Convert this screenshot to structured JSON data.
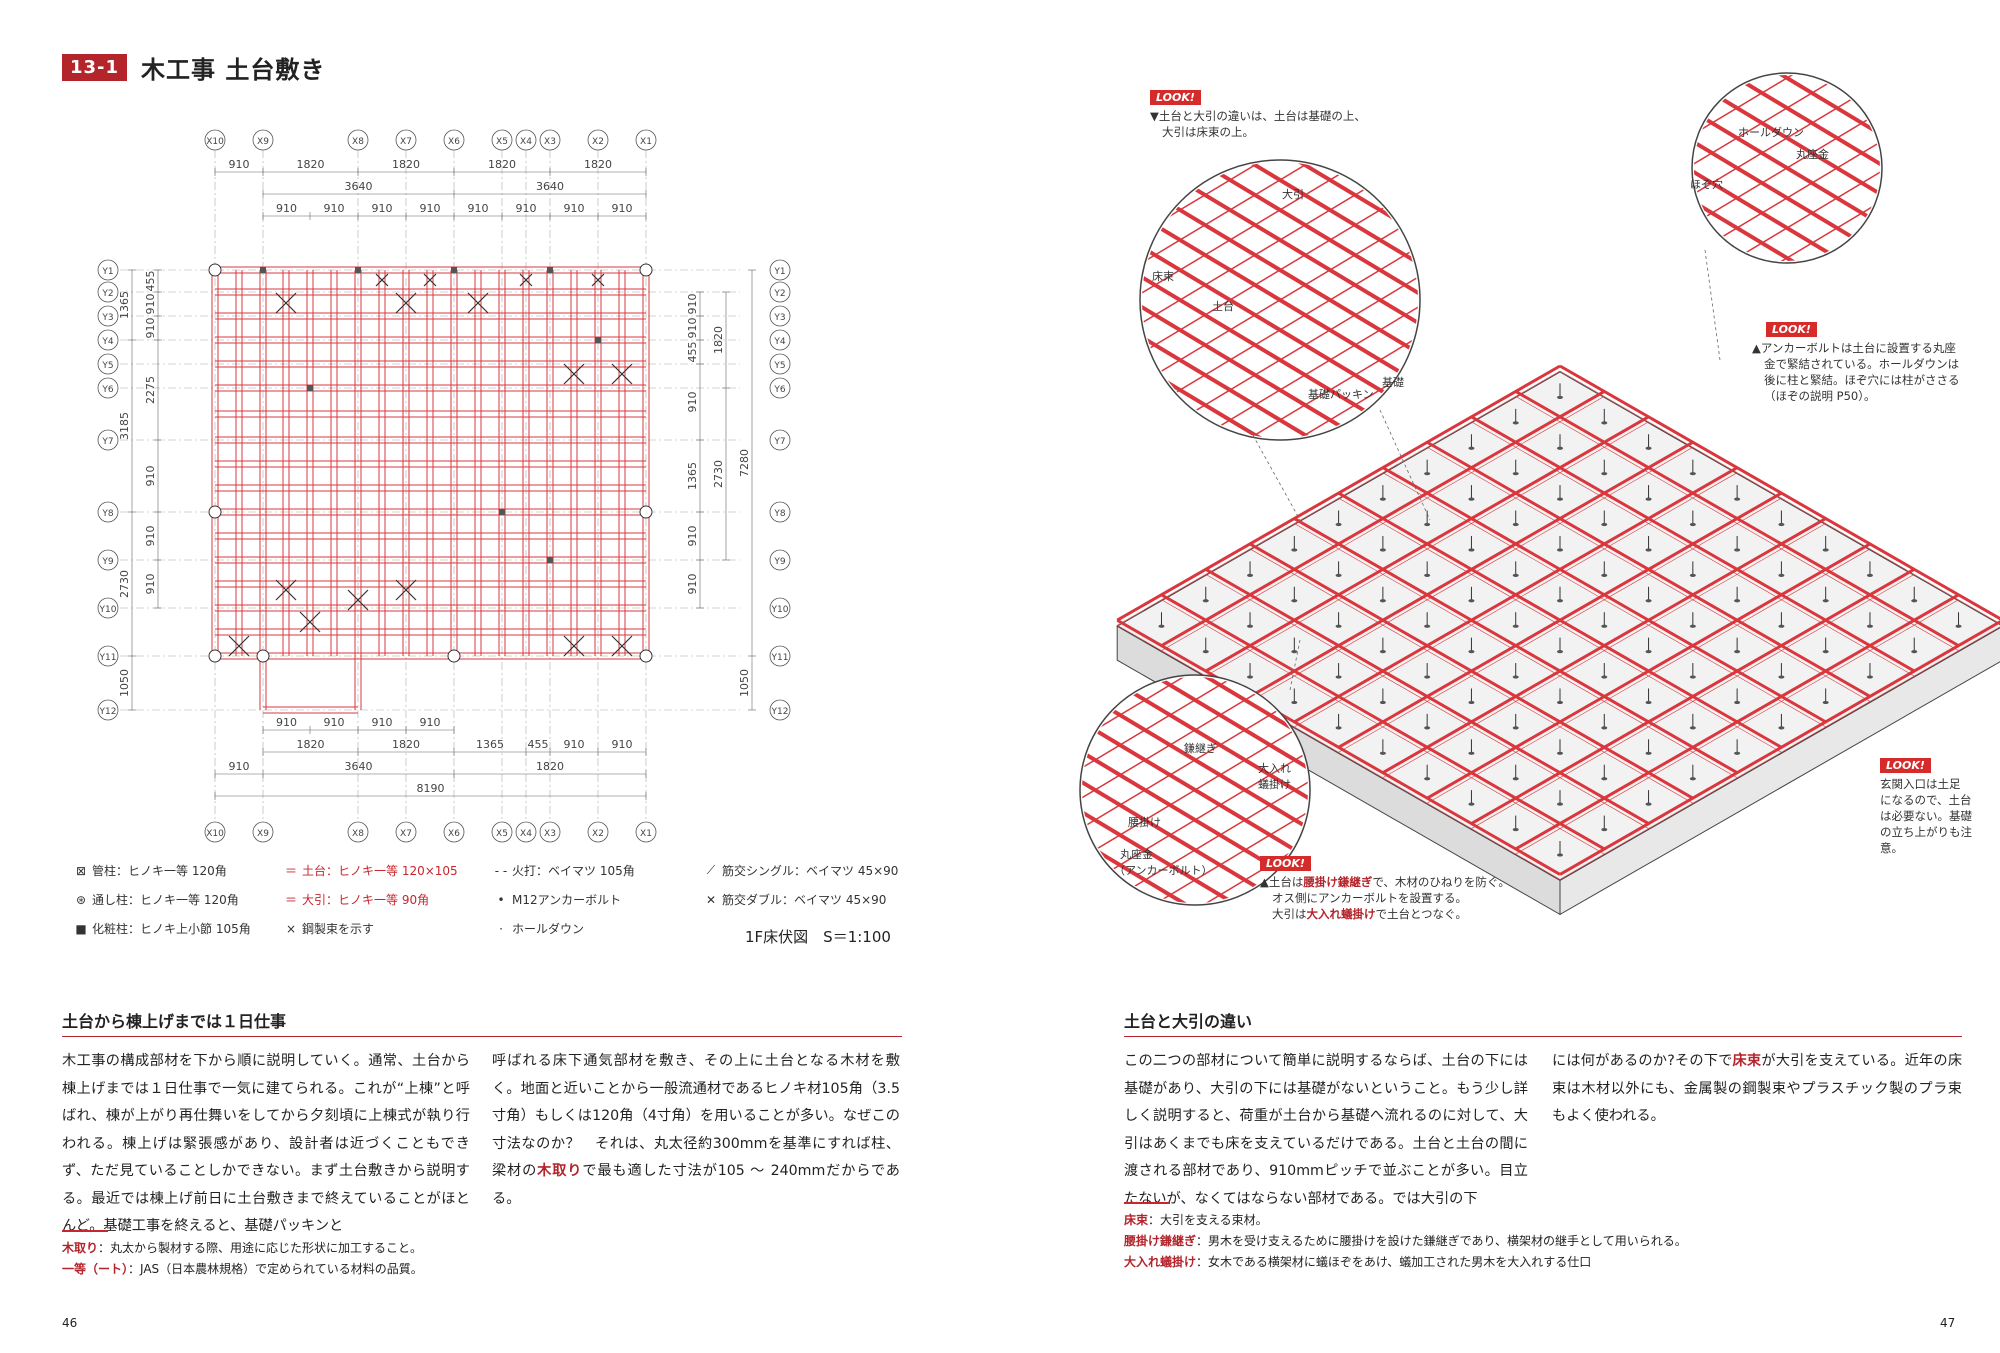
{
  "header": {
    "badge": "13-1",
    "title": "木工事 土台敷き"
  },
  "plan": {
    "caption": "1F床伏図　S＝1:100",
    "x_grid_top": [
      "X10",
      "X9",
      "X8",
      "X7",
      "X6",
      "X5",
      "X4",
      "X3",
      "X2",
      "X1"
    ],
    "y_grid": [
      "Y1",
      "Y2",
      "Y3",
      "Y4",
      "Y5",
      "Y6",
      "Y7",
      "Y8",
      "Y9",
      "Y10",
      "Y11",
      "Y12"
    ],
    "dims_top_row1": [
      "910",
      "1820",
      "1820",
      "1820",
      "1820"
    ],
    "dims_top_row2": [
      "3640",
      "3640"
    ],
    "dims_top_row3": [
      "910",
      "910",
      "910",
      "910",
      "910",
      "910",
      "910",
      "910"
    ],
    "dims_bottom_row1": [
      "910",
      "910",
      "910",
      "910"
    ],
    "dims_bottom_row2": [
      "1820",
      "1820",
      "1365",
      "455",
      "910",
      "910"
    ],
    "dims_bottom_row3": [
      "910",
      "3640",
      "1820"
    ],
    "dims_bottom_row4": [
      "8190"
    ],
    "dims_left_outer": [
      "1365",
      "3185",
      "2730",
      "1050"
    ],
    "dims_left_inner": [
      "455",
      "910",
      "910",
      "2275",
      "910",
      "910",
      "910"
    ],
    "dims_right_inner": [
      "910",
      "910",
      "455",
      "910",
      "1365",
      "910",
      "910"
    ],
    "dims_right_mid": [
      "1820",
      "2730"
    ],
    "dims_right_outer": [
      "7280",
      "1050"
    ]
  },
  "legend": [
    [
      {
        "sym": "⊠",
        "text": "管柱：ヒノキ一等 120角",
        "red": false
      },
      {
        "sym": "＝",
        "text": "土台：ヒノキ一等 120×105",
        "red": true
      },
      {
        "sym": "- -",
        "text": "火打：ベイマツ 105角",
        "red": false
      },
      {
        "sym": "⟋",
        "text": "筋交シングル：ベイマツ 45×90",
        "red": false
      }
    ],
    [
      {
        "sym": "⊛",
        "text": "通し柱：ヒノキ一等 120角",
        "red": false
      },
      {
        "sym": "＝",
        "text": "大引：ヒノキ一等 90角",
        "red": true
      },
      {
        "sym": "•",
        "text": "M12アンカーボルト",
        "red": false
      },
      {
        "sym": "✕",
        "text": "筋交ダブル：ベイマツ 45×90",
        "red": false
      }
    ],
    [
      {
        "sym": "■",
        "text": "化粧柱：ヒノキ上小節 105角",
        "red": false
      },
      {
        "sym": "×",
        "text": "鋼製束を示す",
        "red": false
      },
      {
        "sym": "·",
        "text": "ホールダウン",
        "red": false
      },
      {
        "sym": "",
        "text": "",
        "red": false
      }
    ]
  ],
  "left_section": {
    "title": "土台から棟上げまでは１日仕事",
    "col1": "木工事の構成部材を下から順に説明していく。通常、土台から棟上げまでは１日仕事で一気に建てられる。これが“上棟”と呼ばれ、棟が上がり再仕舞いをしてから夕刻頃に上棟式が執り行われる。棟上げは緊張感があり、設計者は近づくこともできず、ただ見ていることしかできない。まず土台敷きから説明する。最近では棟上げ前日に土台敷きまで終えていることがほとんど。基礎工事を終えると、基礎パッキンと",
    "col2_a": "呼ばれる床下通気部材を敷き、その上に土台となる木材を敷く。地面と近いことから一般流通材であるヒノキ材105角（3.5寸角）もしくは120角（4寸角）を用いることが多い。なぜこの寸法なのか？　それは、丸太径約300mmを基準にすれば柱、梁材の",
    "col2_hl": "木取り",
    "col2_b": "で最も適した寸法が105 〜 240mmだからである。",
    "glossary": [
      {
        "term": "木取り",
        "desc": "：丸太から製材する際、用途に応じた形状に加工すること。"
      },
      {
        "term": "一等（ート）",
        "desc": "：JAS（日本農林規格）で定められている材料の品質。"
      }
    ]
  },
  "right_section": {
    "title": "土台と大引の違い",
    "col1": "この二つの部材について簡単に説明するならば、土台の下には基礎があり、大引の下には基礎がないということ。もう少し詳しく説明すると、荷重が土台から基礎へ流れるのに対して、大引はあくまでも床を支えているだけである。土台と土台の間に渡される部材であり、910mmピッチで並ぶことが多い。目立たないが、なくてはならない部材である。では大引の下",
    "col2_a": "には何があるのか?その下で",
    "col2_hl": "床束",
    "col2_b": "が大引を支えている。近年の床束は木材以外にも、金属製の鋼製束やプラスチック製のプラ束もよく使われる。",
    "glossary": [
      {
        "term": "床束",
        "desc": "：大引を支える束材。"
      },
      {
        "term": "腰掛け鎌継ぎ",
        "desc": "：男木を受け支えるために腰掛けを設けた鎌継ぎであり、横架材の継手として用いられる。"
      },
      {
        "term": "大入れ蟻掛け",
        "desc": "：女木である横架材に蟻ほぞをあけ、蟻加工された男木を大入れする仕口"
      }
    ]
  },
  "looks": {
    "badge": "LOOK!",
    "look1": [
      "▼土台と大引の違いは、土台は基礎の上、",
      "大引は床束の上。"
    ],
    "look2": [
      "▲アンカーボルトは土台に設置する丸座",
      "金で緊結されている。ホールダウンは",
      "後に柱と緊結。ほぞ穴には柱がささる",
      "（ほぞの説明 P50）。"
    ],
    "look3": [
      "玄関入口は土足",
      "になるので、土台",
      "は必要ない。基礎",
      "の立ち上がりも注",
      "意。"
    ],
    "look4_a": "▲土台は",
    "look4_hl1": "腰掛け鎌継ぎ",
    "look4_b": "で、木材のひねりを防ぐ。",
    "look4_c": "オス側にアンカーボルトを設置する。",
    "look4_d": "大引は",
    "look4_hl2": "大入れ蟻掛け",
    "look4_e": "で土台とつなぐ。"
  },
  "callouts": {
    "c1": {
      "oobiki": "大引",
      "yukazuka": "床束",
      "dodai": "土台",
      "pakkin": "基礎パッキン",
      "kiso": "基礎"
    },
    "c2": {
      "holedown": "ホールダウン",
      "maruzagane": "丸座金",
      "hozoana": "ほぞ穴"
    },
    "c3": {
      "kamatsugi": "鎌継ぎ",
      "arikake1": "大入れ",
      "arikake2": "蟻掛け",
      "koshikake": "腰掛け",
      "maruza1": "丸座金",
      "maruza2": "（アンカーボルト）"
    }
  },
  "page_numbers": {
    "left": "46",
    "right": "47"
  }
}
